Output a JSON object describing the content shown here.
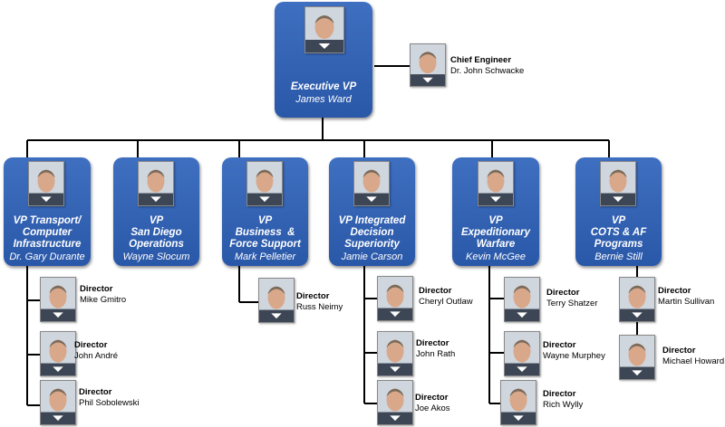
{
  "executive": {
    "title": "Executive VP",
    "name": "James Ward"
  },
  "chief_engineer": {
    "title": "Chief Engineer",
    "name": "Dr. John Schwacke"
  },
  "vps": [
    {
      "title_lines": [
        "VP Transport/",
        "Computer",
        "Infrastructure"
      ],
      "name": "Dr. Gary Durante"
    },
    {
      "title_lines": [
        "VP",
        "San Diego",
        "Operations"
      ],
      "name": "Wayne Slocum"
    },
    {
      "title_lines": [
        "VP",
        "Business  &",
        "Force Support"
      ],
      "name": "Mark Pelletier"
    },
    {
      "title_lines": [
        "VP Integrated",
        "Decision",
        "Superiority"
      ],
      "name": "Jamie Carson"
    },
    {
      "title_lines": [
        "VP",
        "Expeditionary",
        "Warfare"
      ],
      "name": "Kevin McGee"
    },
    {
      "title_lines": [
        "VP",
        "COTS & AF",
        "Programs"
      ],
      "name": "Bernie Still"
    }
  ],
  "directors": [
    {
      "title": "Director",
      "name": "Mike Gmitro"
    },
    {
      "title": "Director",
      "name": "John André"
    },
    {
      "title": "Director",
      "name": "Phil Sobolewski"
    },
    {
      "title": "Director",
      "name": "Russ Neimy"
    },
    {
      "title": "Director",
      "name": "Cheryl Outlaw"
    },
    {
      "title": "Director",
      "name": "John Rath"
    },
    {
      "title": "Director",
      "name": "Joe Akos"
    },
    {
      "title": "Director",
      "name": "Terry Shatzer"
    },
    {
      "title": "Director",
      "name": "Wayne Murphey"
    },
    {
      "title": "Director",
      "name": "Rich Wylly"
    },
    {
      "title": "Director",
      "name": "Martin Sullivan"
    },
    {
      "title": "Director",
      "name": "Michael Howard"
    }
  ],
  "colors": {
    "box": "#2f5fb3",
    "line": "#000000"
  }
}
